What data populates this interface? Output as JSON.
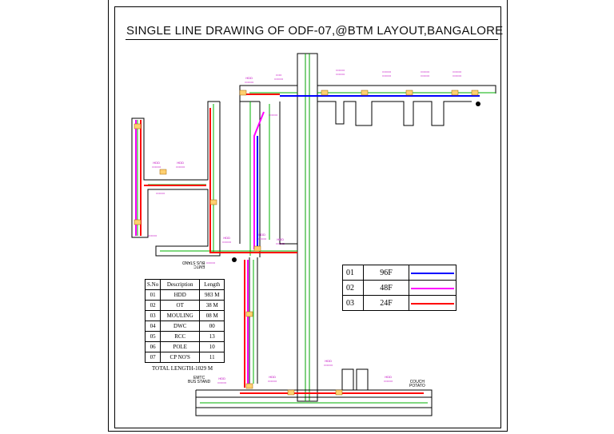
{
  "title": "SINGLE LINE DRAWING OF ODF-07,@BTM LAYOUT,BANGALORE",
  "legend": [
    {
      "no": "01",
      "capacity": "96F",
      "color": "#0000ff"
    },
    {
      "no": "02",
      "capacity": "48F",
      "color": "#ff00ff"
    },
    {
      "no": "03",
      "capacity": "24F",
      "color": "#ff0000"
    }
  ],
  "summary": {
    "headers": [
      "S.No",
      "Description",
      "Length"
    ],
    "rows": [
      [
        "01",
        "HDD",
        "983 M"
      ],
      [
        "02",
        "OT",
        "38 M"
      ],
      [
        "03",
        "MOULING",
        "08 M"
      ],
      [
        "04",
        "DWC",
        "00"
      ],
      [
        "05",
        "RCC",
        "13"
      ],
      [
        "06",
        "POLE",
        "10"
      ],
      [
        "07",
        "CP NO'S",
        "11"
      ]
    ],
    "total": "TOTAL LENGTH-1029 M"
  },
  "labels": {
    "emtc_bus_stand_top": "EMTC\nBUS STAND",
    "emtc_bus_stand_bottom": "EMTC\nBUS STAND",
    "couch_potato": "COUCH\nPOTATO"
  }
}
